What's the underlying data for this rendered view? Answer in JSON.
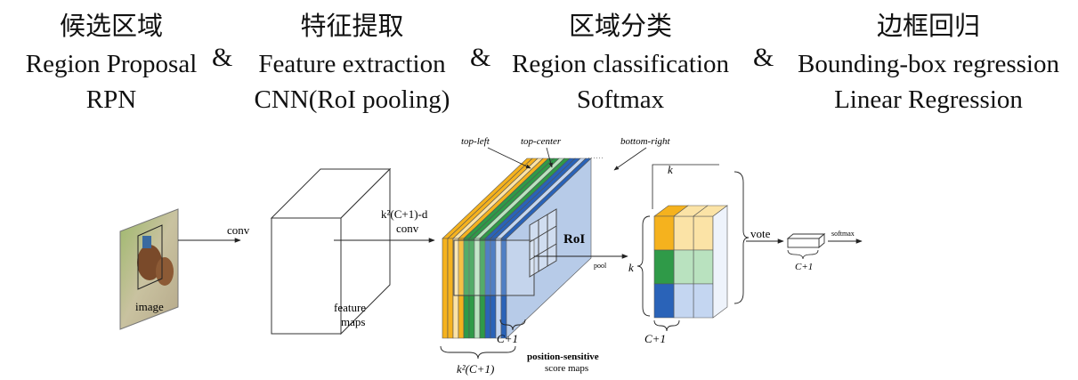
{
  "headers": [
    {
      "cn": "候选区域",
      "en": "Region Proposal",
      "method": "RPN"
    },
    {
      "cn": "特征提取",
      "en": "Feature extraction",
      "method": "CNN(RoI pooling)"
    },
    {
      "cn": "区域分类",
      "en": "Region classification",
      "method": "Softmax"
    },
    {
      "cn": "边框回归",
      "en": "Bounding-box regression",
      "method": "Linear Regression"
    }
  ],
  "ampersand": "&",
  "diagram": {
    "image_label": "image",
    "conv_label": "conv",
    "feature_label_1": "feature",
    "feature_label_2": "maps",
    "kconv_label_1": "k²(C+1)-d",
    "kconv_label_2": "conv",
    "top_left": "top-left",
    "top_center": "top-center",
    "dots": "……",
    "bottom_right": "bottom-right",
    "roi_label": "RoI",
    "pool_label": "pool",
    "c1_label": "C+1",
    "kc1_label": "k²(C+1)",
    "ps_label_1": "position-sensitive",
    "ps_label_2": "score maps",
    "k_top": "k",
    "k_side": "k",
    "vote_label": "vote",
    "softmax_label": "softmax",
    "c1_vote": "C+1",
    "c1_out": "C+1"
  },
  "colors": {
    "orange": "#f5b21e",
    "green": "#2f9a48",
    "blue": "#2a63b8",
    "light_orange": "#fbe3a6",
    "light_green": "#b9e2bf",
    "light_blue": "#c4d6f1",
    "slab": "#b7cbe8"
  }
}
